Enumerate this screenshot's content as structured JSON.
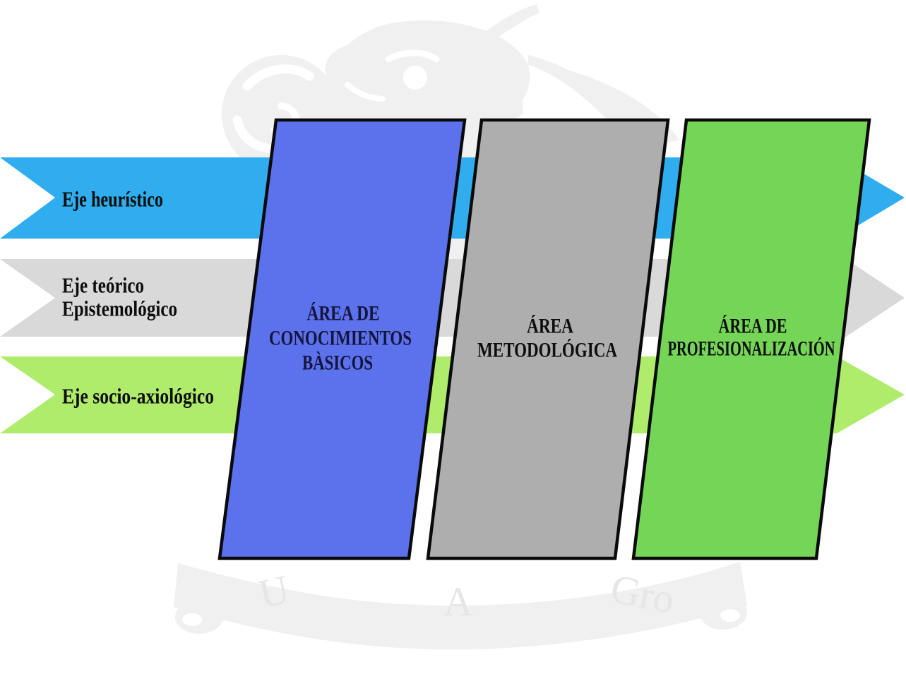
{
  "axes": [
    {
      "lines": [
        "Eje heurístico"
      ],
      "color": "#30ADEE"
    },
    {
      "lines": [
        "Eje teórico",
        "Epistemológico"
      ],
      "color": "#D9D9D9"
    },
    {
      "lines": [
        "Eje socio-axiológico"
      ],
      "color": "#AFEC6C"
    }
  ],
  "areas": [
    {
      "lines": [
        "ÁREA DE",
        "CONOCIMIENTOS",
        "BÀSICOS"
      ],
      "color": "#5B72EC",
      "text_color": "#14143C"
    },
    {
      "lines": [
        "ÁREA",
        "METODOLÓGICA"
      ],
      "color": "#AEAEAE",
      "text_color": "#0D0D0D"
    },
    {
      "lines": [
        "ÁREA DE",
        "PROFESIONALIZACIÓN"
      ],
      "color": "#74D556",
      "text_color": "#0D0D0D"
    }
  ],
  "watermark": {
    "letters": [
      "U",
      "A",
      "Gro"
    ]
  },
  "stroke_color": "#0A0A0A"
}
